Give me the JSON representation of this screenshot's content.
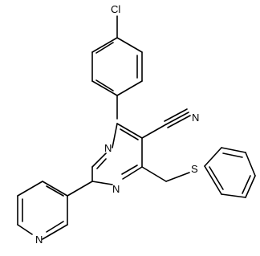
{
  "structure": {
    "atom_labels": {
      "chlorine": "Cl",
      "nitrogen_nitrile": "N",
      "nitrogen_pyrimidine_n3": "N",
      "nitrogen_pyrimidine_n1": "N",
      "sulfur": "S",
      "nitrogen_pyridine": "N"
    },
    "line_color": "#000000",
    "background_color": "#ffffff"
  }
}
